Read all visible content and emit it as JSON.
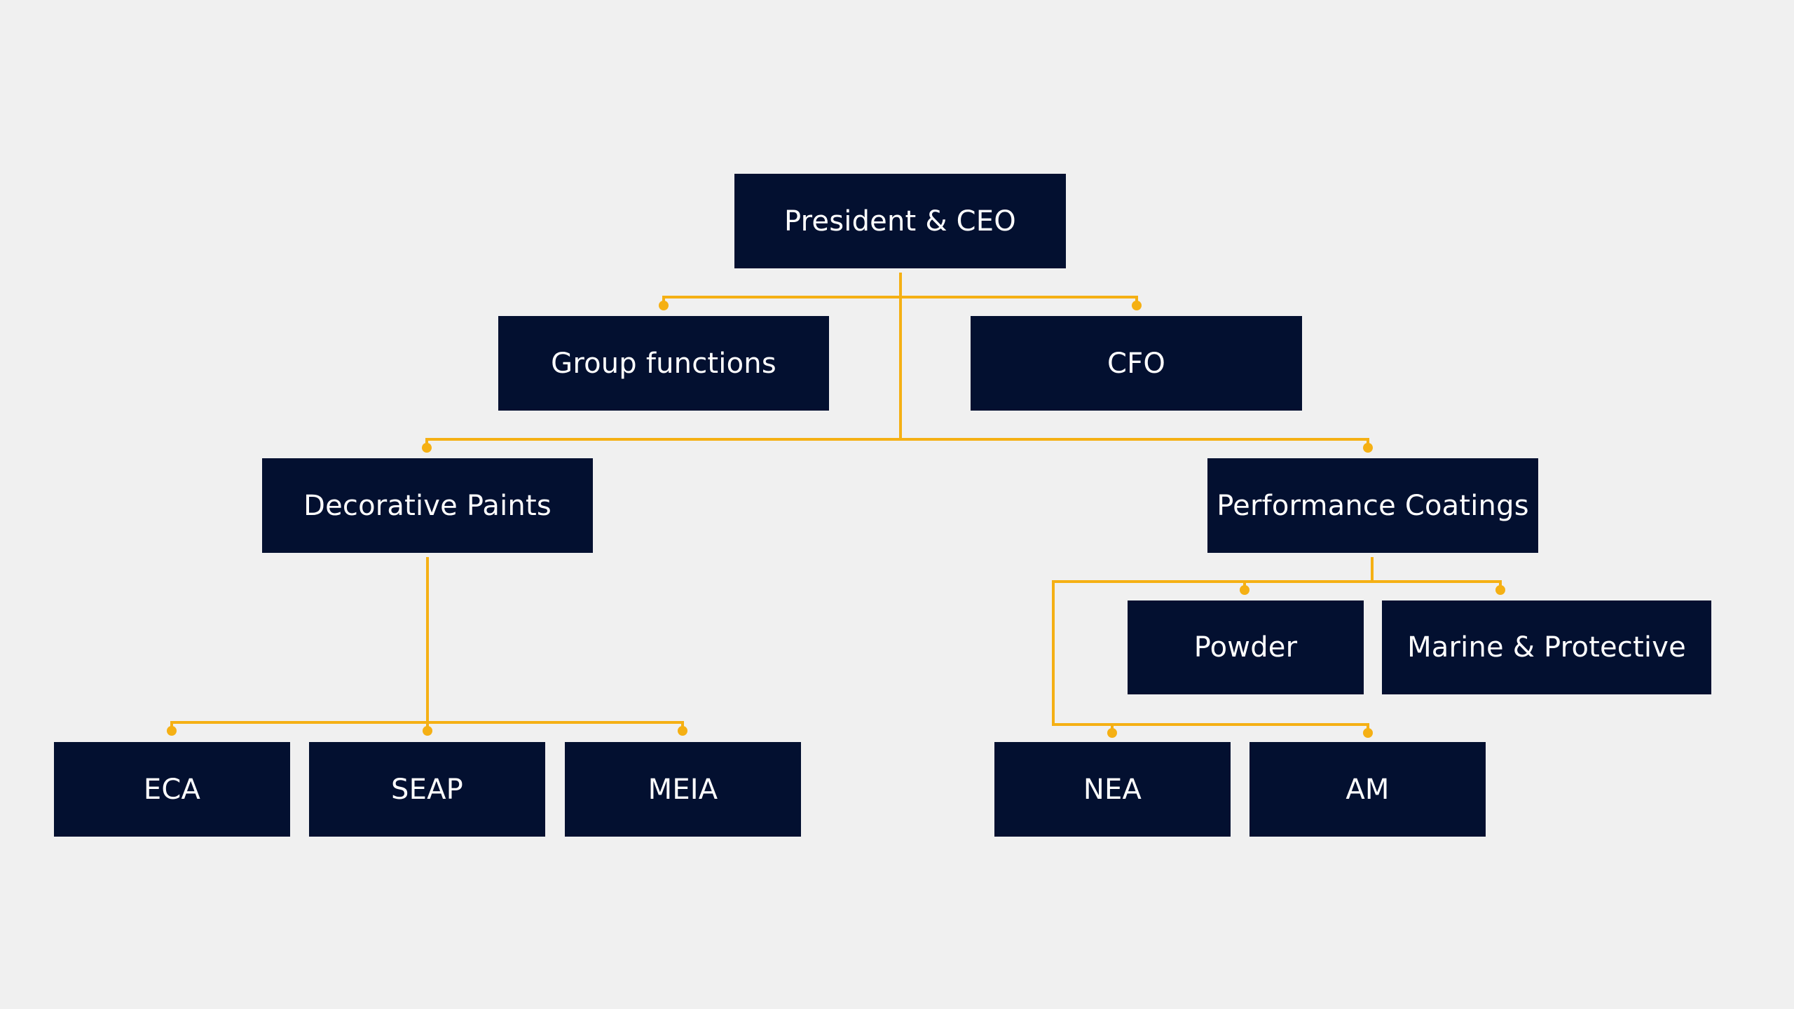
{
  "colors": {
    "background": "#f0f0f0",
    "box_fill": "#031030",
    "box_text": "#ffffff",
    "connector": "#f5b014"
  },
  "nodes": {
    "ceo": "President & CEO",
    "group_functions": "Group functions",
    "cfo": "CFO",
    "decorative_paints": "Decorative Paints",
    "performance_coatings": "Performance Coatings",
    "powder": "Powder",
    "marine_protective": "Marine & Protective",
    "eca": "ECA",
    "seap": "SEAP",
    "meia": "MEIA",
    "nea": "NEA",
    "am": "AM"
  }
}
